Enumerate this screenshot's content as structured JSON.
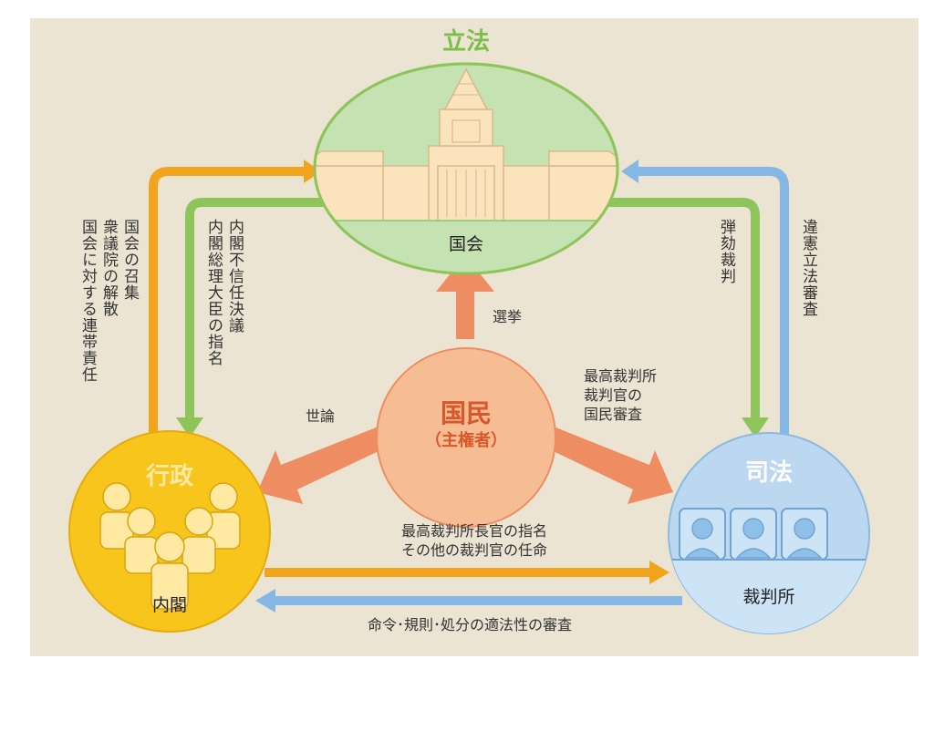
{
  "branches": {
    "legislative": {
      "title": "立法",
      "body": "国会"
    },
    "executive": {
      "title": "行政",
      "body": "内閣"
    },
    "judicial": {
      "title": "司法",
      "body": "裁判所"
    }
  },
  "people": {
    "title": "国民",
    "subtitle": "（主権者）"
  },
  "relations": {
    "cabinet_to_diet": [
      "国会の召集",
      "衆議院の解散",
      "国会に対する連帯責任"
    ],
    "diet_to_cabinet": [
      "内閣不信任決議",
      "内閣総理大臣の指名"
    ],
    "diet_to_court": [
      "弾劾裁判"
    ],
    "court_to_diet": [
      "違憲立法審査"
    ],
    "people_to_diet": "選挙",
    "people_to_cabinet": "世論",
    "people_to_court": [
      "最高裁判所",
      "裁判官の",
      "国民審査"
    ],
    "cabinet_to_court": [
      "最高裁判所長官の指名",
      "その他の裁判官の任命"
    ],
    "court_to_cabinet": "命令･規則･処分の適法性の審査"
  },
  "colors": {
    "background": "#ece4d2",
    "legislative": "#c5e2b2",
    "legislative_title": "#7bbf4a",
    "executive": "#f7c51c",
    "executive_title": "#ffe9a3",
    "judicial": "#bcd8f1",
    "judicial_title": "#ffffff",
    "people": "#f6bc93",
    "people_title": "#d9572a",
    "arrow_orange": "#f2a51c",
    "arrow_green": "#8dc55a",
    "arrow_blue": "#84b7e3",
    "arrow_people": "#ee8d62"
  }
}
